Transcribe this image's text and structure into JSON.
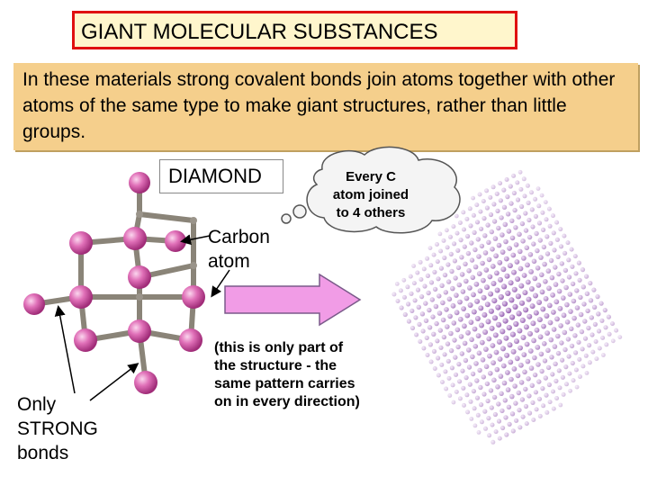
{
  "slide": {
    "title": "GIANT MOLECULAR SUBSTANCES",
    "intro": "In these materials strong covalent bonds join atoms together with other atoms of the same type to make giant structures, rather than little groups."
  },
  "diagram": {
    "diamond_label": "DIAMOND",
    "carbon_label_line1": "Carbon",
    "carbon_label_line2": "atom",
    "bond_label_line1": "Only",
    "bond_label_line2": "STRONG",
    "bond_label_line3": "bonds",
    "callout_line1": "Every C",
    "callout_line2": "atom joined",
    "callout_line3": "to 4 others",
    "note_line1": "(this is only part of",
    "note_line2": "the structure - the",
    "note_line3": "same pattern carries",
    "note_line4": "on in every direction)"
  },
  "colors": {
    "title_border": "#e01010",
    "intro_bg": "#f5cf8c",
    "atom": "#d04aa0",
    "bond": "#8a8478",
    "arrow": "#f19ce6",
    "lattice": "#9a60b8"
  }
}
